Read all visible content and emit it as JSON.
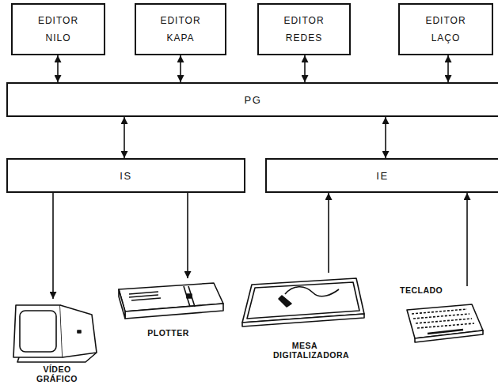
{
  "diagram": {
    "nodes": [
      {
        "text": [
          "EDITOR NILO"
        ]
      },
      {
        "text": [
          "EDITOR KAPA"
        ]
      },
      {
        "text": [
          "EDITOR REDES"
        ]
      },
      {
        "text": [
          "EDITOR LAÇO"
        ]
      },
      {
        "text": [
          "PG"
        ]
      },
      {
        "text": [
          "IS"
        ]
      },
      {
        "text": [
          "IE"
        ]
      },
      {
        "text": [
          "VÍDEO GRÁFICO"
        ]
      },
      {
        "text": [
          "PLOTTER"
        ]
      },
      {
        "text": [
          "MESA DIGITALIZADORA"
        ]
      },
      {
        "text": [
          "TECLADO"
        ]
      }
    ],
    "edges": [
      {
        "from": 0,
        "to": 4,
        "arrow": "both"
      },
      {
        "from": 1,
        "to": 4,
        "arrow": "both"
      },
      {
        "from": 2,
        "to": 4,
        "arrow": "both"
      },
      {
        "from": 3,
        "to": 4,
        "arrow": "both"
      },
      {
        "from": 4,
        "to": 5,
        "arrow": "both"
      },
      {
        "from": 4,
        "to": 6,
        "arrow": "both"
      },
      {
        "from": 5,
        "to": 7,
        "arrow": "to"
      },
      {
        "from": 5,
        "to": 8,
        "arrow": "to"
      },
      {
        "from": 9,
        "to": 6,
        "arrow": "to"
      },
      {
        "from": 10,
        "to": 6,
        "arrow": "to"
      }
    ]
  }
}
